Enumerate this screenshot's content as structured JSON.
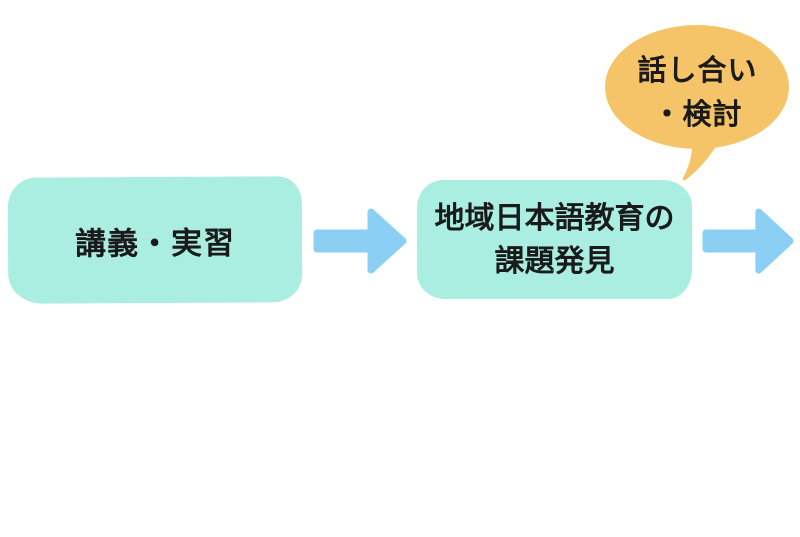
{
  "page": {
    "background": "#ffffff"
  },
  "colors": {
    "box_fill": "#a9eee0",
    "arrow_fill": "#8bd0f4",
    "bubble_fill": "#f6c468",
    "text": "#1a1a1a"
  },
  "diagram": {
    "box1": {
      "label": "講義・実習"
    },
    "box2": {
      "line1": "地域日本語教育の",
      "line2": "課題発見"
    },
    "bubble": {
      "line1": "話し合い",
      "line2": "・検討"
    }
  }
}
